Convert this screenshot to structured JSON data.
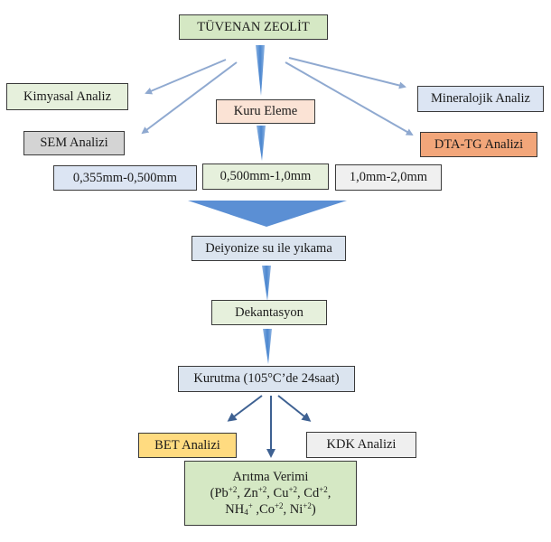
{
  "diagram": {
    "colors": {
      "green": "#d5e8c4",
      "light_green": "#e6f0dc",
      "blue": "#dce5f3",
      "peach": "#fbe3d5",
      "orange": "#f2a67a",
      "gray": "#d4d4d4",
      "light_gray": "#f0f0f0",
      "yellow": "#ffdb80",
      "steel_blue": "#dbe4ef",
      "arrow_light": "#8fa9d0",
      "arrow_blue": "#5b8fd4",
      "arrow_dark": "#3e6192"
    },
    "nodes": {
      "raw_zeolite": "TÜVENAN ZEOLİT",
      "chemical_analysis": "Kimyasal Analiz",
      "mineralogical_analysis": "Mineralojik Analiz",
      "dry_sieving": "Kuru Eleme",
      "sem_analysis": "SEM Analizi",
      "dta_tg_analysis": "DTA-TG Analizi",
      "size_1": "0,355mm-0,500mm",
      "size_2": "0,500mm-1,0mm",
      "size_3": "1,0mm-2,0mm",
      "washing": "Deiyonize su ile yıkama",
      "decantation": "Dekantasyon",
      "drying": "Kurutma (105°C’de 24saat)",
      "bet_analysis": "BET Analizi",
      "kdk_analysis": "KDK Analizi",
      "treatment_title": "Arıtma Verimi",
      "treatment_ions": {
        "open": "(",
        "pb": "Pb",
        "pb_charge": "+2",
        "zn": ", Zn",
        "zn_charge": "+2",
        "cu": ", Cu",
        "cu_charge": "+2",
        "cd": ", Cd",
        "cd_charge": "+2",
        "sep": ",",
        "nh": "NH",
        "nh_sub": "4",
        "nh_charge": "+",
        "co": " ,Co",
        "co_charge": "+2",
        "ni": ", Ni",
        "ni_charge": "+2",
        "close": ")"
      }
    }
  }
}
